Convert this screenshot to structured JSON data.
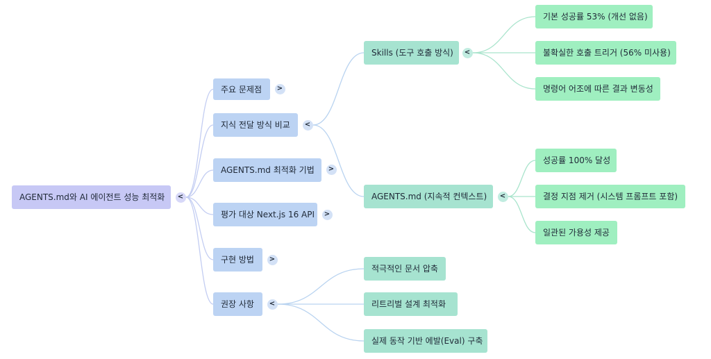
{
  "mindmap": {
    "root": {
      "label": "AGENTS.md와 AI 에이전트 성능 최적화",
      "toggle": "<"
    },
    "branches": [
      {
        "label": "주요 문제점",
        "toggle": ">"
      },
      {
        "label": "지식 전달 방식 비교",
        "toggle": "<"
      },
      {
        "label": "AGENTS.md 최적화 기법",
        "toggle": ">"
      },
      {
        "label": "평가 대상 Next.js 16 API",
        "toggle": ">"
      },
      {
        "label": "구현 방법",
        "toggle": ">"
      },
      {
        "label": "권장 사항",
        "toggle": "<"
      }
    ],
    "comparison": [
      {
        "label": "Skills (도구 호출 방식)",
        "toggle": "<"
      },
      {
        "label": "AGENTS.md (지속적 컨텍스트)",
        "toggle": "<"
      }
    ],
    "skills_details": [
      {
        "label": "기본 성공률 53% (개선 없음)"
      },
      {
        "label": "불확실한 호출 트리거 (56% 미사용)"
      },
      {
        "label": "명령어 어조에 따른 결과 변동성"
      }
    ],
    "agents_details": [
      {
        "label": "성공률 100% 달성"
      },
      {
        "label": "결정 지점 제거 (시스템 프롬프트 포함)"
      },
      {
        "label": "일관된 가용성 제공"
      }
    ],
    "recommendations": [
      {
        "label": "적극적인 문서 압축"
      },
      {
        "label": "리트리벌 설계 최적화"
      },
      {
        "label": "실제 동작 기반 에발(Eval) 구축"
      }
    ]
  },
  "colors": {
    "root": "#c7c8f5",
    "level1": "#bcd3f3",
    "level2": "#a6e3d0",
    "level3": "#9fefc0",
    "edge_level1": "#c3cdf2",
    "edge_level2": "#b9d3f0",
    "edge_level3": "#a9e4cc"
  }
}
